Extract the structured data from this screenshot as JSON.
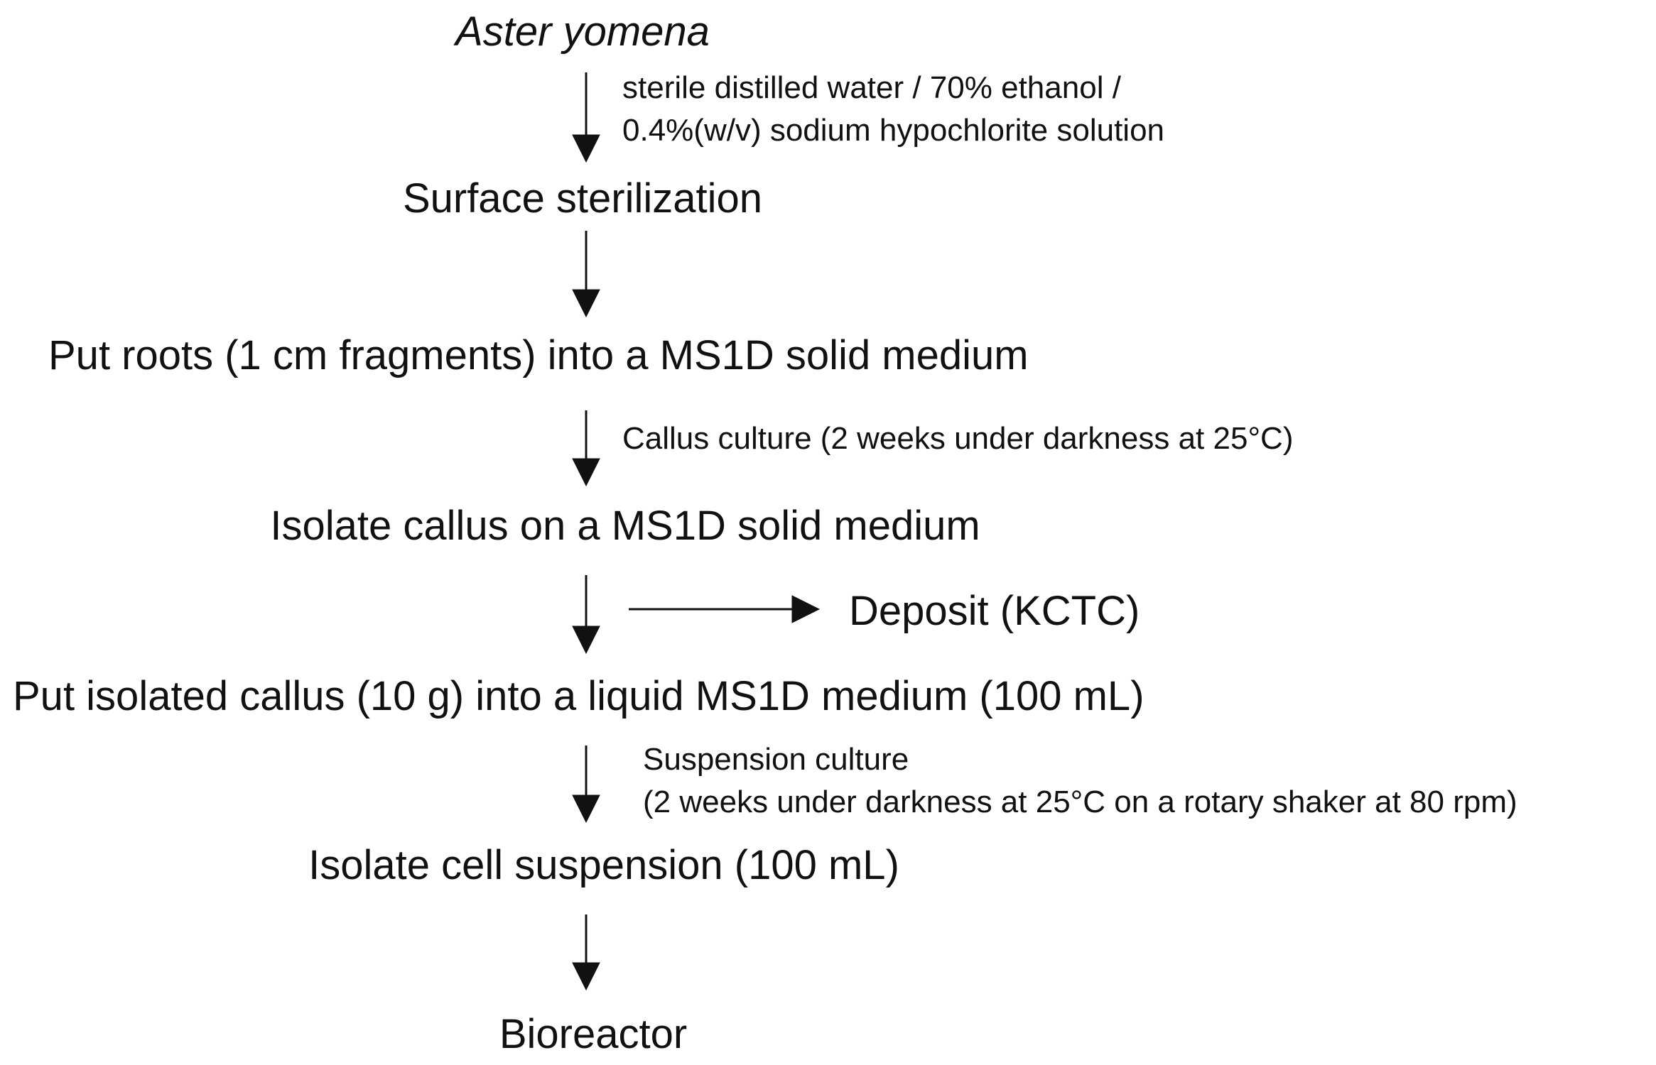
{
  "steps": {
    "species": "Aster yomena",
    "surface_sterilization": "Surface sterilization",
    "put_roots": "Put roots (1 cm fragments) into a MS1D solid medium",
    "isolate_callus": "Isolate callus on a MS1D solid medium",
    "put_isolated_callus": "Put isolated callus (10 g) into a liquid MS1D medium (100 mL)",
    "isolate_cell_suspension": "Isolate cell suspension (100 mL)",
    "bioreactor": "Bioreactor"
  },
  "annotations": {
    "sterilization_line1": "sterile distilled water / 70% ethanol /",
    "sterilization_line2": "0.4%(w/v) sodium hypochlorite solution",
    "callus_culture": "Callus culture (2 weeks under darkness at 25°C)",
    "deposit": "Deposit (KCTC)",
    "suspension_line1": "Suspension culture",
    "suspension_line2": "(2 weeks under darkness at 25°C on a rotary shaker at 80 rpm)"
  },
  "colors": {
    "ink": "#111111",
    "background": "#ffffff"
  }
}
